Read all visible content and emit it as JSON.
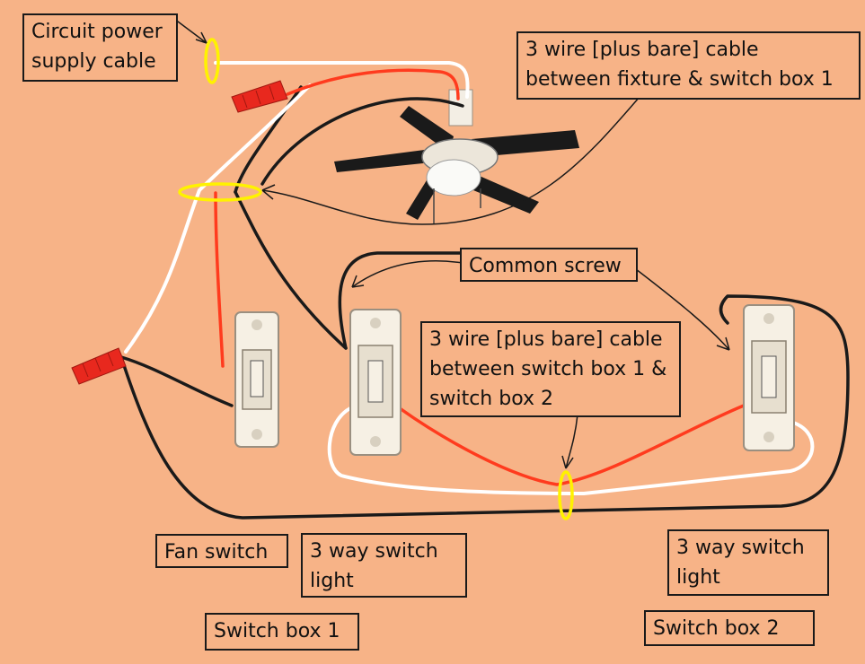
{
  "colors": {
    "background": "#F7B387",
    "hot_wire": "#FF3B1E",
    "neutral_wire": "#FFFFFF",
    "black_wire": "#1A1A1A",
    "bundle_marker": "#FFF200",
    "wire_nut": "#E8281E",
    "switch_body": "#F6F0E4"
  },
  "labels": {
    "circuit_power": "Circuit power\nsupply cable",
    "fixture_cable": "3  wire [plus bare] cable\nbetween fixture & switch box 1",
    "common_screw": "Common screw",
    "switch_cable": "3 wire [plus bare] cable\nbetween switch box 1 &\nswitch box 2",
    "fan_switch": "Fan switch",
    "three_way_light_1": "3 way switch\nlight",
    "three_way_light_2": "3 way switch\nlight",
    "switch_box_1": "Switch box 1",
    "switch_box_2": "Switch box 2"
  },
  "icons": {
    "fixture": "ceiling-fan-icon",
    "connector": "wire-nut-icon",
    "switch": "wall-switch-icon"
  }
}
